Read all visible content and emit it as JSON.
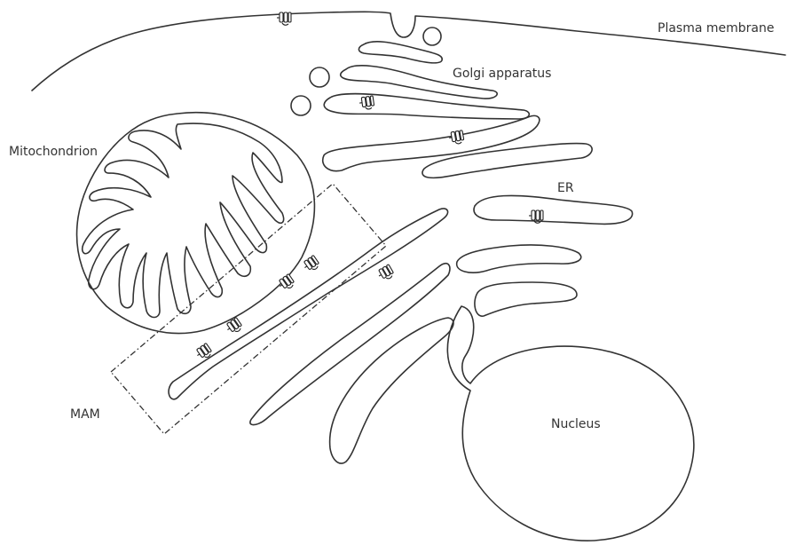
{
  "labels": {
    "plasma_membrane": "Plasma membrane",
    "golgi": "Golgi apparatus",
    "mitochondrion": "Mitochondrion",
    "er": "ER",
    "mam": "MAM",
    "nucleus": "Nucleus"
  },
  "colors": {
    "stroke": "#333333",
    "background": "#ffffff"
  },
  "icons": {
    "membrane_protein": "transmembrane-protein-icon"
  }
}
